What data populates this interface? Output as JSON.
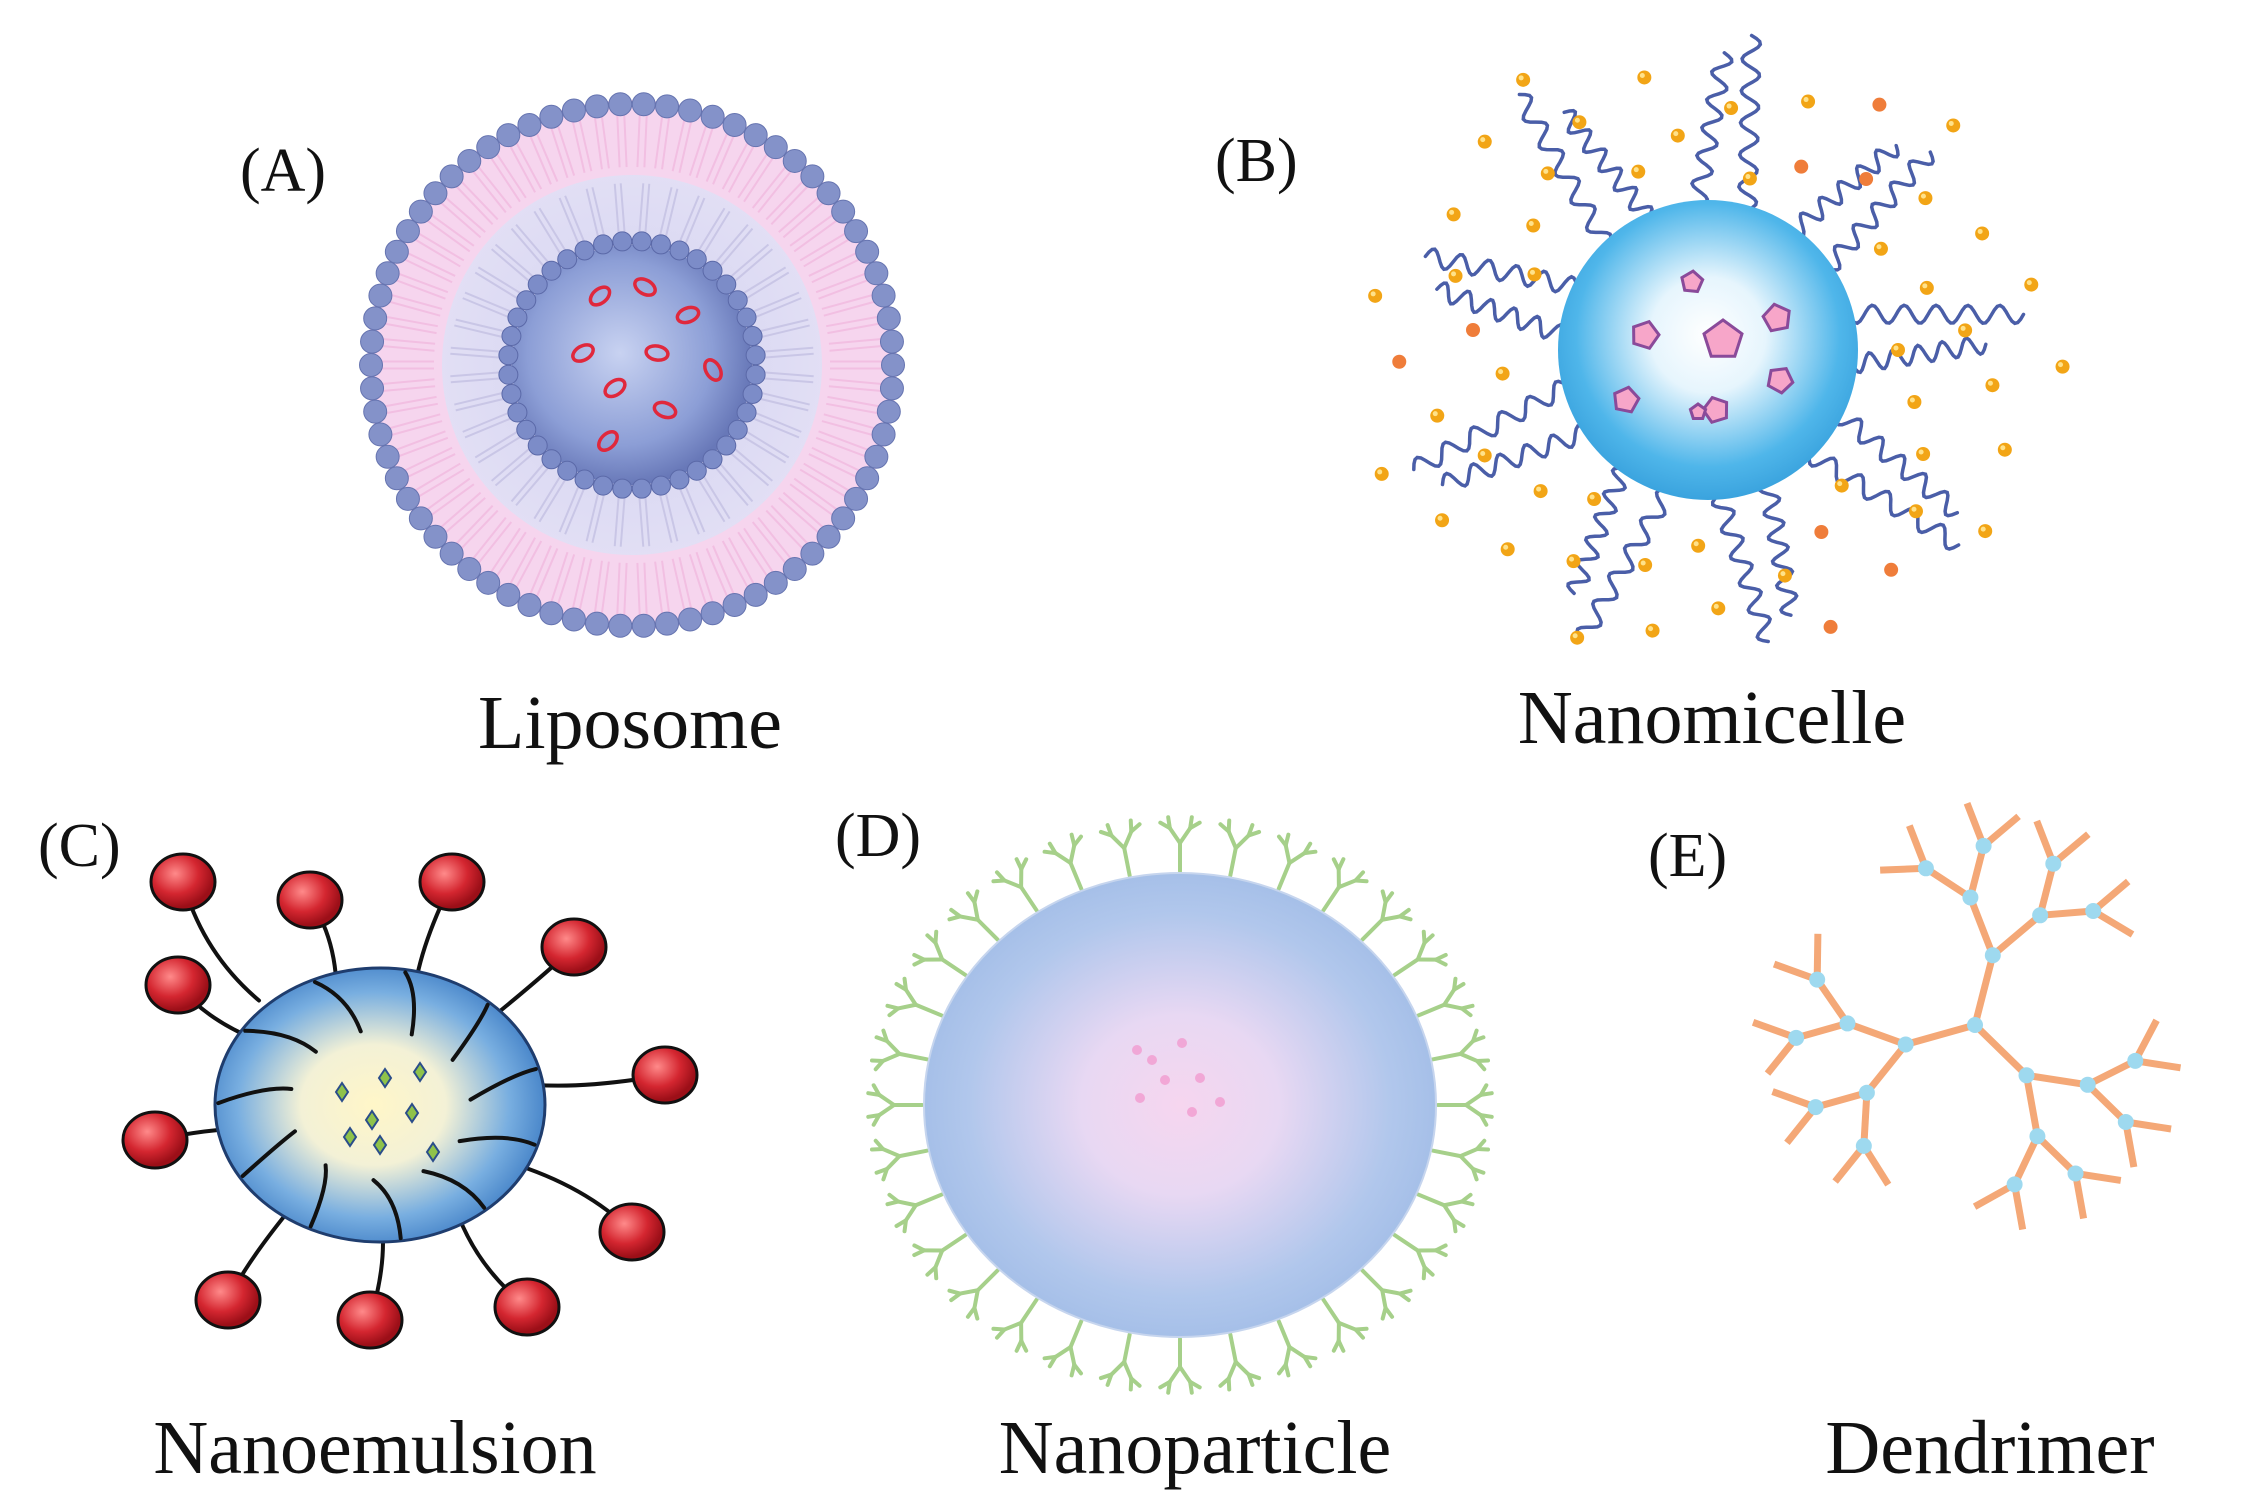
{
  "panels": {
    "a": {
      "letter": "(A)",
      "caption": "Liposome",
      "colors": {
        "head": "#8492c9",
        "tail": "#f2bfe2",
        "core": "#8c9ed6",
        "cargo": "#e0283c"
      }
    },
    "b": {
      "letter": "(B)",
      "caption": "Nanomicelle",
      "colors": {
        "chain": "#4a5ea8",
        "core": "#4fb6ea",
        "dot": "#f2a516",
        "cargo": "#f7a6c9"
      }
    },
    "c": {
      "letter": "(C)",
      "caption": "Nanoemulsion",
      "colors": {
        "bead": "#d42630",
        "core": "#3d7cc4",
        "center": "#fff6c8",
        "crystal": "#8fc24a"
      }
    },
    "d": {
      "letter": "(D)",
      "caption": "Nanoparticle",
      "colors": {
        "branch": "#a6d08a",
        "core": "#9fbbe6",
        "center": "#f6d6ef"
      }
    },
    "e": {
      "letter": "(E)",
      "caption": "Dendrimer",
      "colors": {
        "stick": "#f4a877",
        "node": "#9ed9ef"
      }
    }
  }
}
